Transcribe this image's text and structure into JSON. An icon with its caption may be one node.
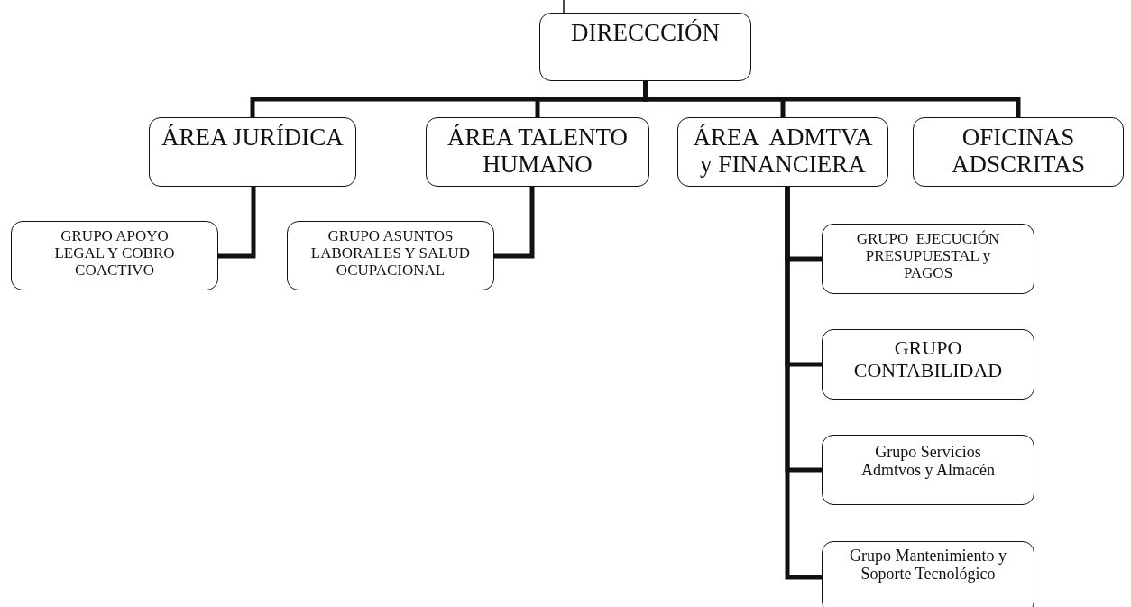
{
  "diagram": {
    "nodes": [
      {
        "text": [
          "DIRECCCIÓN"
        ]
      },
      {
        "text": [
          "ÁREA JURÍDICA"
        ]
      },
      {
        "text": [
          "ÁREA TALENTO HUMANO"
        ]
      },
      {
        "text": [
          "ÁREA  ADMTVA y FINANCIERA"
        ]
      },
      {
        "text": [
          "OFICINAS ADSCRITAS"
        ]
      },
      {
        "text": [
          "GRUPO APOYO LEGAL Y COBRO COACTIVO"
        ]
      },
      {
        "text": [
          "GRUPO ASUNTOS LABORALES Y SALUD OCUPACIONAL"
        ]
      },
      {
        "text": [
          "GRUPO  EJECUCIÓN PRESUPUESTAL y PAGOS"
        ]
      },
      {
        "text": [
          "GRUPO CONTABILIDAD"
        ]
      },
      {
        "text": [
          "Grupo Servicios Admtvos y Almacén"
        ]
      },
      {
        "text": [
          "Grupo Mantenimiento y Soporte Tecnológico"
        ]
      }
    ],
    "edges": [
      {
        "from": null,
        "to": 0,
        "arrow": "none"
      },
      {
        "from": 0,
        "to": 1,
        "arrow": "none"
      },
      {
        "from": 0,
        "to": 2,
        "arrow": "none"
      },
      {
        "from": 0,
        "to": 3,
        "arrow": "none"
      },
      {
        "from": 0,
        "to": 4,
        "arrow": "none"
      },
      {
        "from": 1,
        "to": 5,
        "arrow": "none"
      },
      {
        "from": 2,
        "to": 6,
        "arrow": "none"
      },
      {
        "from": 3,
        "to": 7,
        "arrow": "none"
      },
      {
        "from": 3,
        "to": 8,
        "arrow": "none"
      },
      {
        "from": 3,
        "to": 9,
        "arrow": "none"
      },
      {
        "from": 3,
        "to": 10,
        "arrow": "none"
      }
    ]
  }
}
